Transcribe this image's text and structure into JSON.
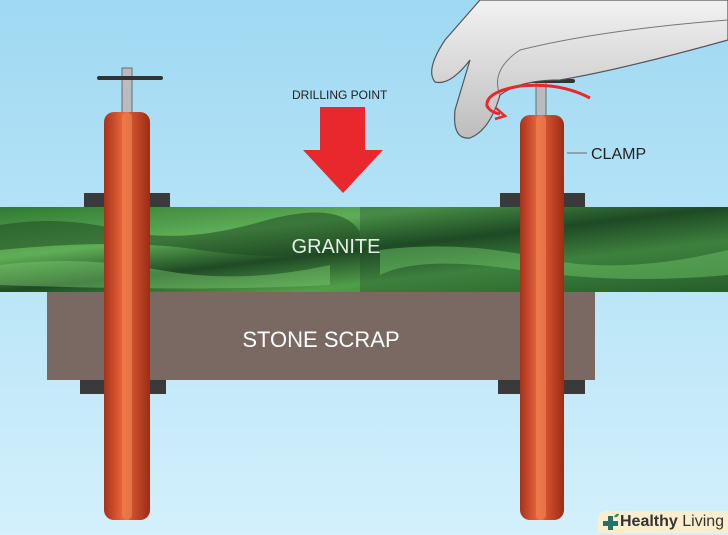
{
  "labels": {
    "drilling_point": "DRILLING POINT",
    "clamp": "CLAMP",
    "granite": "GRANITE",
    "stone_scrap": "STONE SCRAP"
  },
  "logo": {
    "bold": "Healthy",
    "regular": " Living"
  },
  "colors": {
    "sky_top": "#9fd9f2",
    "sky_bottom": "#d3f0fc",
    "granite": "#3f8f3f",
    "scrap": "#7a6862",
    "clamp": "#d9502a",
    "arrow": "#e8282c"
  }
}
